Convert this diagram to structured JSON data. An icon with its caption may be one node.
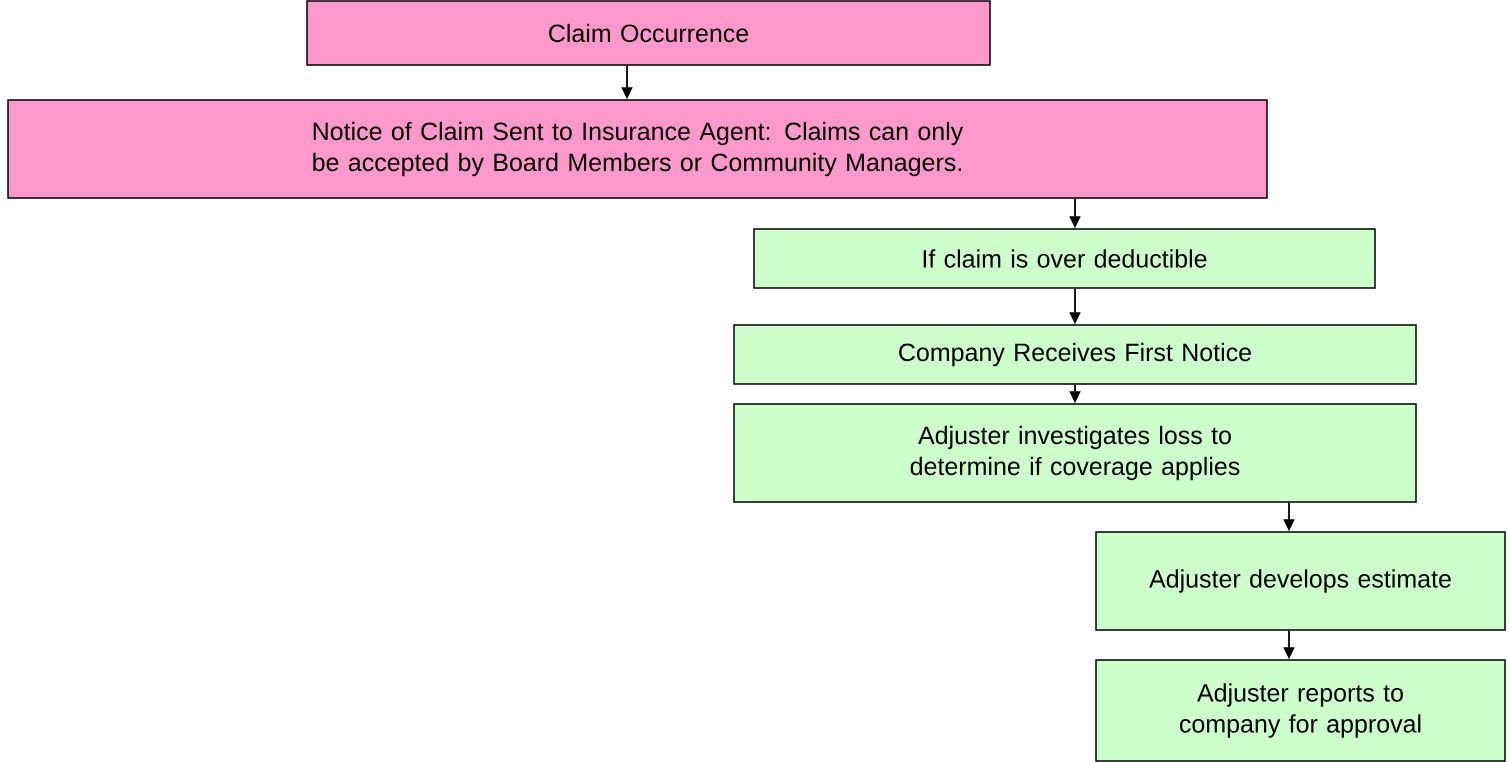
{
  "diagram": {
    "nodes": [
      {
        "text": [
          "Claim Occurrence"
        ]
      },
      {
        "text": [
          "Notice of Claim Sent to Insurance Agent: Claims can only be accepted by Board Members or Community Managers."
        ]
      },
      {
        "text": [
          "If claim is over deductible"
        ]
      },
      {
        "text": [
          "Company Receives First Notice"
        ]
      },
      {
        "text": [
          "Adjuster investigates loss to determine if coverage applies"
        ]
      },
      {
        "text": [
          "Adjuster develops estimate"
        ]
      },
      {
        "text": [
          "Adjuster reports to company for approval"
        ]
      }
    ],
    "edges": [
      {
        "from": 0,
        "to": 1,
        "arrow": "to"
      },
      {
        "from": 1,
        "to": 2,
        "arrow": "to"
      },
      {
        "from": 2,
        "to": 3,
        "arrow": "to"
      },
      {
        "from": 3,
        "to": 4,
        "arrow": "to"
      },
      {
        "from": 4,
        "to": 5,
        "arrow": "to"
      },
      {
        "from": 5,
        "to": 6,
        "arrow": "to"
      }
    ]
  }
}
